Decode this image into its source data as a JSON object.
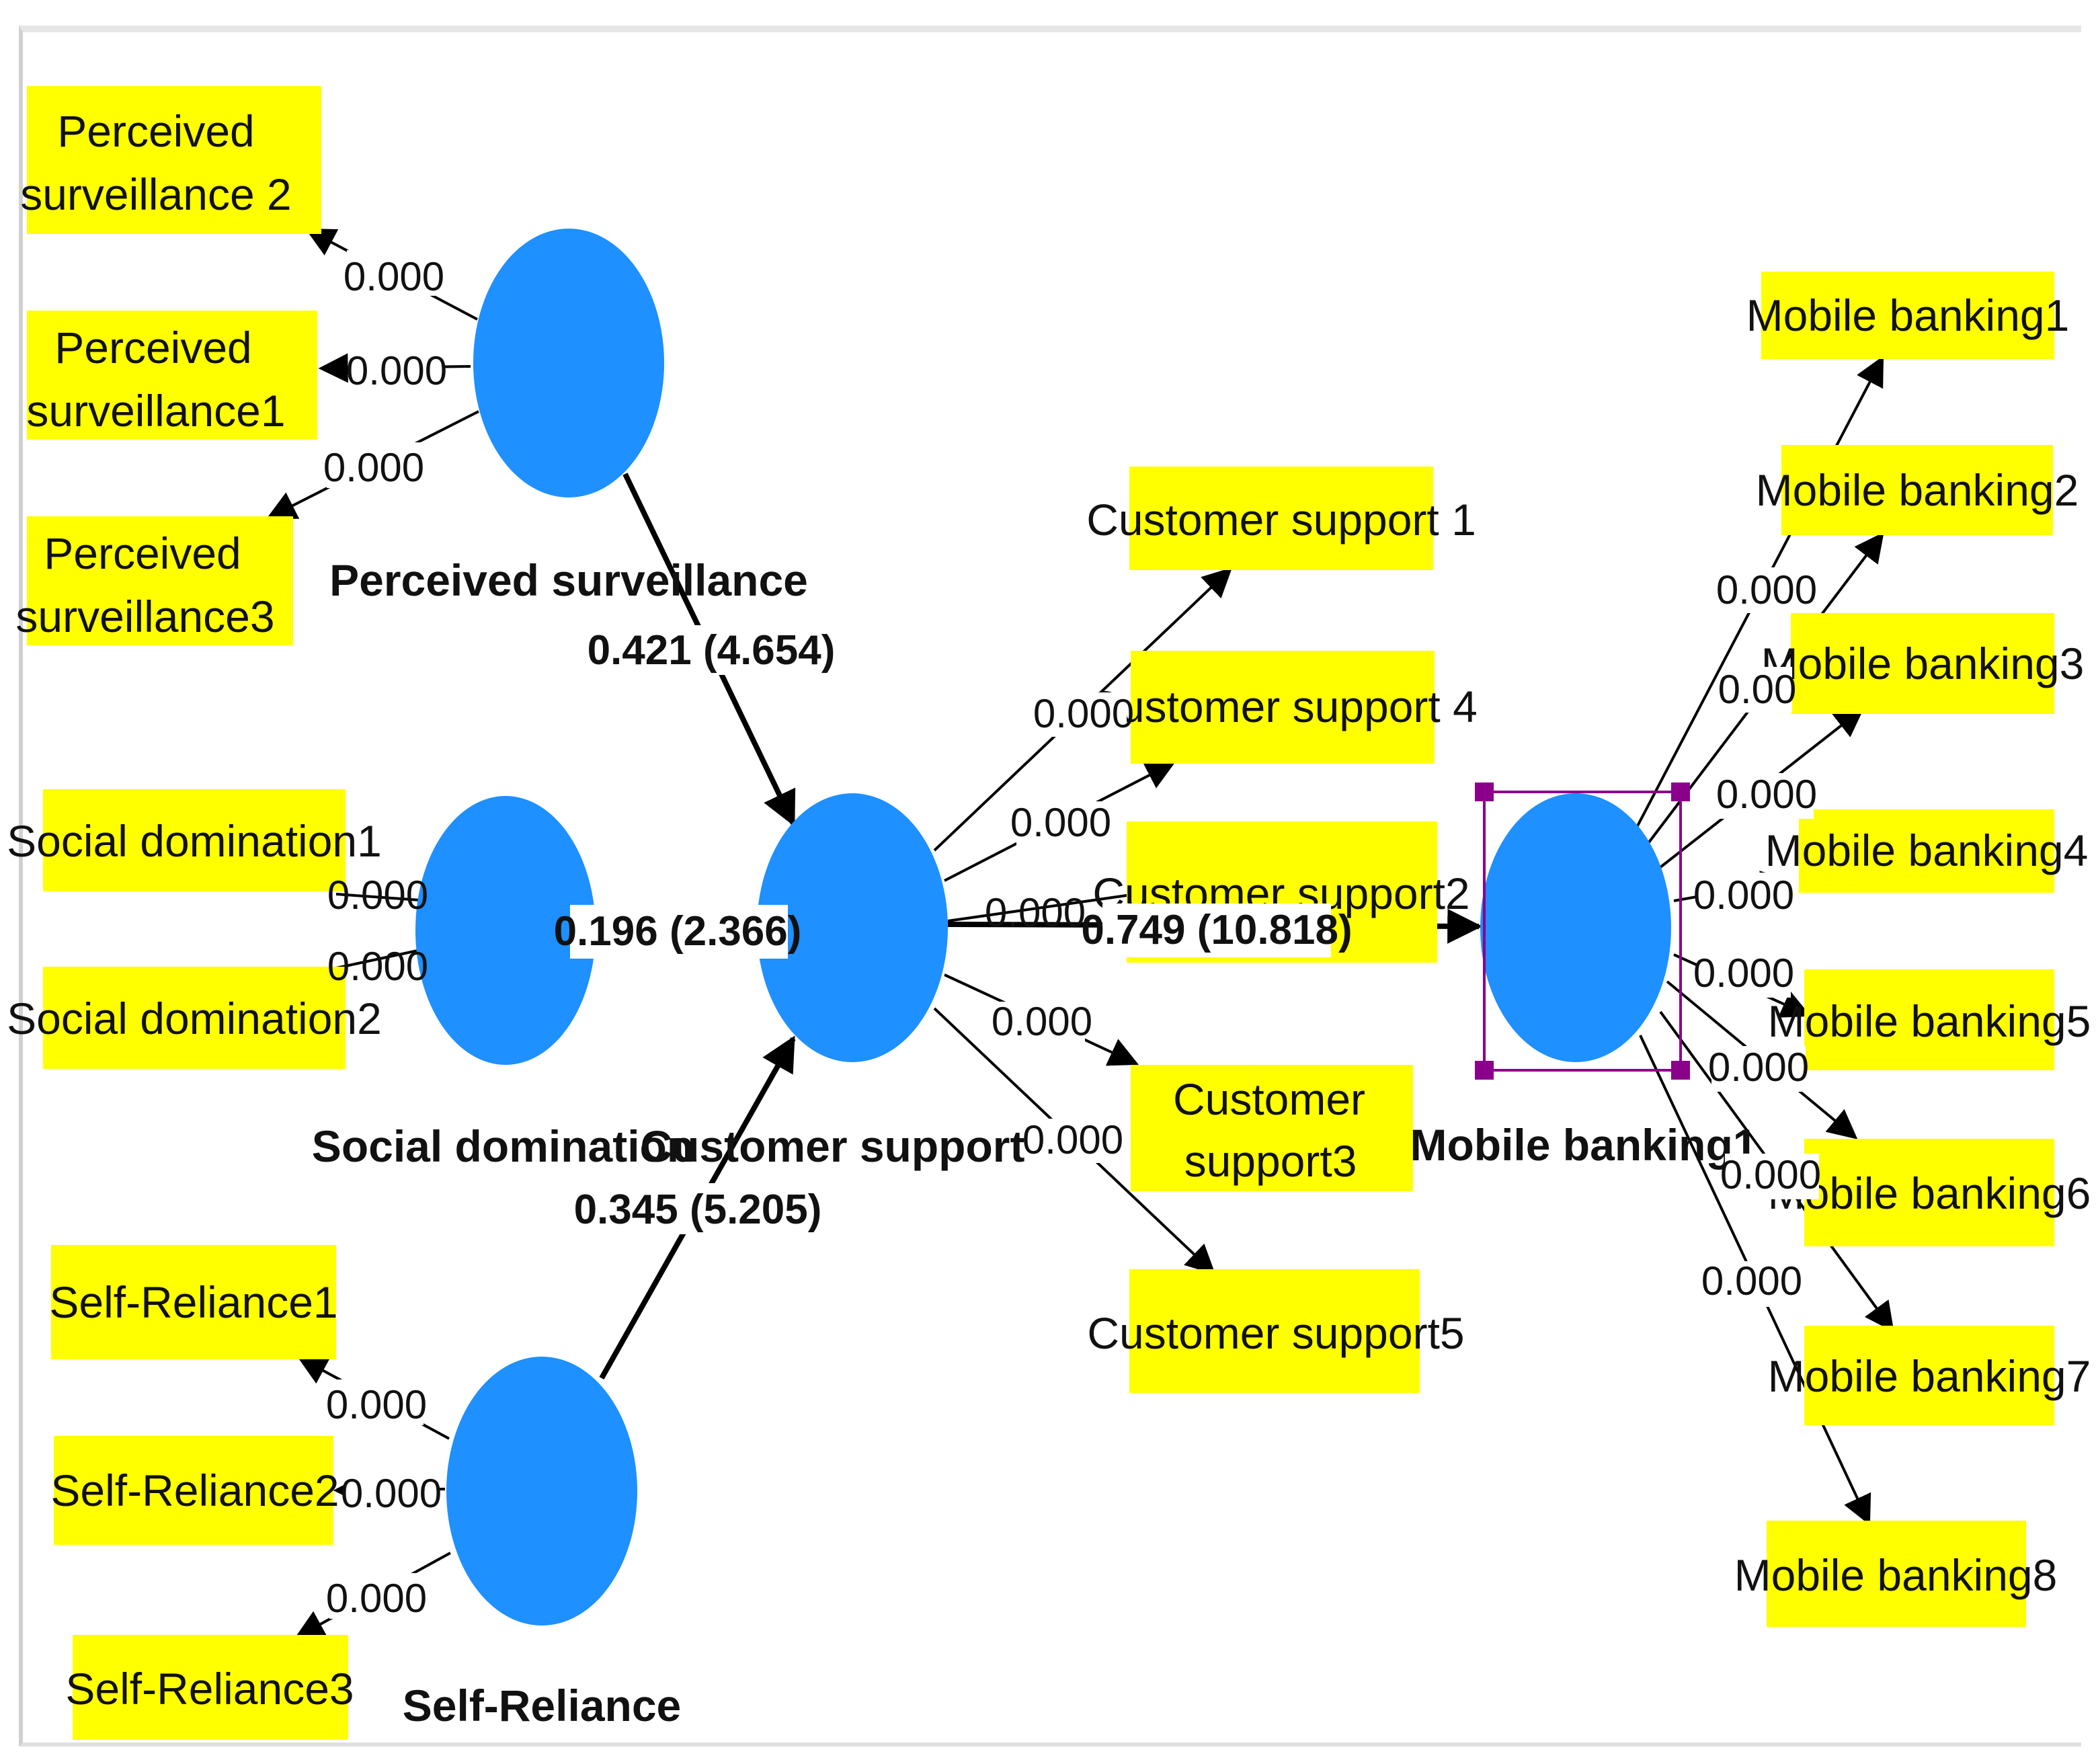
{
  "latent_variables": {
    "perceived_surveillance": "Perceived surveillance",
    "social_domination": "Social domination",
    "customer_support": "Customer support 1",
    "self_reliance": "Self-Reliance",
    "mobile_banking": "Mobile banking1"
  },
  "indicators": {
    "ps2": [
      "Perceived",
      "surveillance 2"
    ],
    "ps1": [
      "Perceived",
      "surveillance1"
    ],
    "ps3": [
      "Perceived",
      "surveillance3"
    ],
    "sd1": [
      "Social domination1"
    ],
    "sd2": [
      "Social domination2"
    ],
    "sr1": [
      "Self-Reliance1"
    ],
    "sr2": [
      "Self-Reliance2"
    ],
    "sr3": [
      "Self-Reliance3"
    ],
    "cs1": [
      "Customer support 1"
    ],
    "cs4": [
      "Customer support 4"
    ],
    "cs2": [
      "Customer support2"
    ],
    "cs3": [
      "Customer",
      "support3"
    ],
    "cs5": [
      "Customer support5"
    ],
    "mb1": [
      "Mobile banking1"
    ],
    "mb2": [
      "Mobile banking2"
    ],
    "mb3": [
      "Mobile banking3"
    ],
    "mb4": [
      "Mobile banking4"
    ],
    "mb5": [
      "Mobile banking5"
    ],
    "mb6": [
      "Mobile banking6"
    ],
    "mb7": [
      "Mobile banking7"
    ],
    "mb8": [
      "Mobile banking8"
    ]
  },
  "loadings": {
    "ps2": "0.000",
    "ps1": "0.000",
    "ps3": "0.000",
    "sd1": "0.000",
    "sd2": "0.000",
    "sr1": "0.000",
    "sr2": "0.000",
    "sr3": "0.000",
    "cs1": "0.000",
    "cs4": "0.000",
    "cs2": "0.000",
    "cs3": "0.000",
    "cs5": "0.000",
    "mb1": "0.000",
    "mb2": "0.00",
    "mb3": "0.000",
    "mb4": "0.000",
    "mb5": "0.000",
    "mb6": "0.000",
    "mb7": "0.000",
    "mb8": "0.000"
  },
  "path_coefficients": {
    "ps_to_cs": "0.421 (4.654)",
    "sd_to_cs": "0.196 (2.366)",
    "sr_to_cs": "0.345 (5.205)",
    "cs_to_mb": "0.749 (10.818)"
  },
  "colors": {
    "latent": "#1e90ff",
    "indicator_box": "#ffff00",
    "selection": "#8b008b"
  }
}
